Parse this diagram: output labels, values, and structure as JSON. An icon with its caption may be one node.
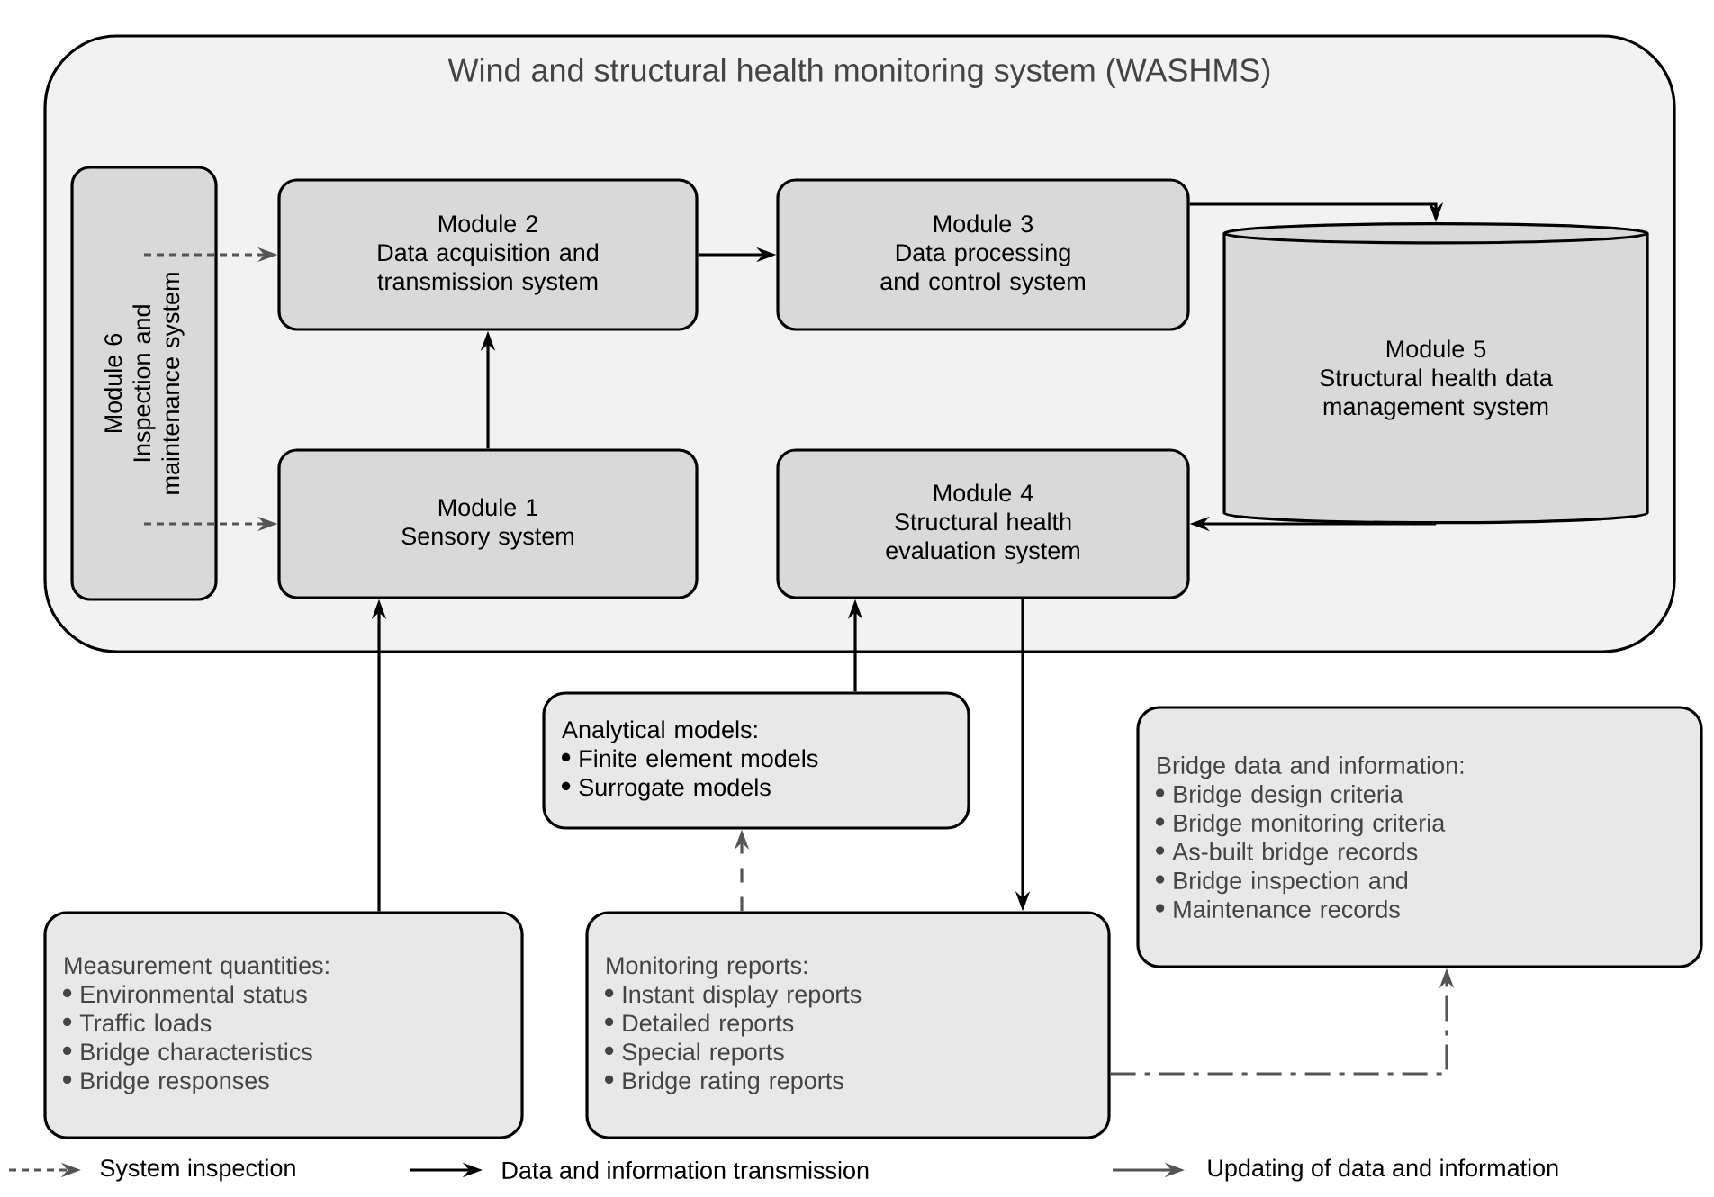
{
  "diagram": {
    "nodes": [
      {
        "text": [
          "Wind and structural health monitoring system (WASHMS)"
        ]
      },
      {
        "text": [
          "Module 6",
          "Inspection and maintenance system"
        ],
        "in": 0
      },
      {
        "text": [
          "Module 2",
          "Data acquisition and transmission system"
        ],
        "in": 0
      },
      {
        "text": [
          "Module 3",
          "Data processing and control system"
        ],
        "in": 0
      },
      {
        "text": [
          "Module 5",
          "Structural health data management system"
        ],
        "in": 0
      },
      {
        "text": [
          "Module 1",
          "Sensory system"
        ],
        "in": 0
      },
      {
        "text": [
          "Module 4",
          "Structural health evaluation system"
        ],
        "in": 0
      },
      {
        "text": [
          "Analytical models:",
          "Finite element models",
          "Surrogate models"
        ]
      },
      {
        "text": [
          "Bridge data and information:",
          "Bridge design criteria",
          "Bridge monitoring criteria",
          "As-built bridge records",
          "Bridge inspection and",
          "Maintenance records"
        ]
      },
      {
        "text": [
          "Measurement quantities:",
          "Environmental status",
          "Traffic loads",
          "Bridge characteristics",
          "Bridge responses"
        ]
      },
      {
        "text": [
          "Monitoring reports:",
          "Instant display reports",
          "Detailed reports",
          "Special reports",
          "Bridge rating reports"
        ]
      }
    ],
    "edges": [
      {
        "from": 1,
        "to": 2,
        "arrow": "to",
        "style": "dashed",
        "color": "#555555"
      },
      {
        "from": 1,
        "to": 5,
        "arrow": "to",
        "style": "dashed",
        "color": "#555555"
      },
      {
        "from": 2,
        "to": 3,
        "arrow": "to"
      },
      {
        "from": 3,
        "to": 4,
        "arrow": "to"
      },
      {
        "from": 4,
        "to": 6,
        "arrow": "to"
      },
      {
        "from": 5,
        "to": 2,
        "arrow": "to"
      },
      {
        "from": 9,
        "to": 5,
        "arrow": "to"
      },
      {
        "from": 7,
        "to": 6,
        "arrow": "to"
      },
      {
        "from": 6,
        "to": 10,
        "arrow": "to"
      },
      {
        "from": 10,
        "to": 7,
        "arrow": "to",
        "style": "dashed",
        "color": "#555555"
      },
      {
        "from": 10,
        "to": 8,
        "arrow": "to",
        "style": "dashed",
        "color": "#555555"
      }
    ],
    "legend": [
      {
        "text": "System inspection"
      },
      {
        "text": "Data and information transmission"
      },
      {
        "text": "Updating of data and information"
      }
    ]
  }
}
